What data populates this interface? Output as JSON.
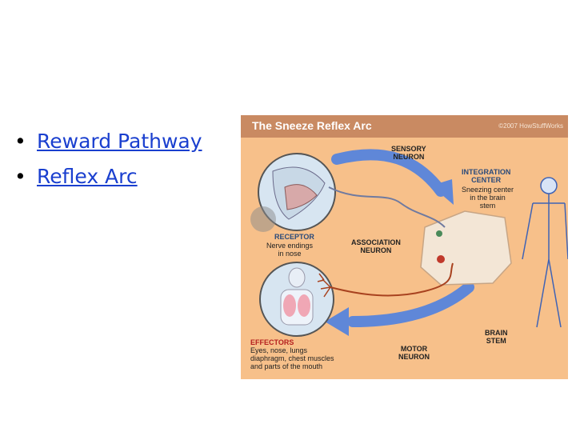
{
  "slide": {
    "bullets": [
      {
        "text": "Reward Pathway"
      },
      {
        "text": "Reflex Arc"
      }
    ]
  },
  "figure": {
    "title": "The Sneeze Reflex Arc",
    "copyright": "©2007 HowStuffWorks",
    "labels": {
      "sensory_neuron_1": "SENSORY",
      "sensory_neuron_2": "NEURON",
      "integration_center_1": "INTEGRATION",
      "integration_center_2": "CENTER",
      "integration_desc_1": "Sneezing center",
      "integration_desc_2": "in the brain",
      "integration_desc_3": "stem",
      "receptor": "RECEPTOR",
      "receptor_desc_1": "Nerve endings",
      "receptor_desc_2": "in nose",
      "association_neuron_1": "ASSOCIATION",
      "association_neuron_2": "NEURON",
      "effectors": "EFFECTORS",
      "effectors_desc_1": "Eyes, nose, lungs",
      "effectors_desc_2": "diaphragm, chest muscles",
      "effectors_desc_3": "and parts of the mouth",
      "motor_neuron_1": "MOTOR",
      "motor_neuron_2": "NEURON",
      "brain_stem_1": "BRAIN",
      "brain_stem_2": "STEM"
    },
    "colors": {
      "background": "#f7c08a",
      "title_bar": "#c98a62",
      "arrow": "#5f87d8",
      "nerve": "#a8421f",
      "label_blue": "#2a4a7a",
      "label_red": "#b51f1f"
    }
  }
}
